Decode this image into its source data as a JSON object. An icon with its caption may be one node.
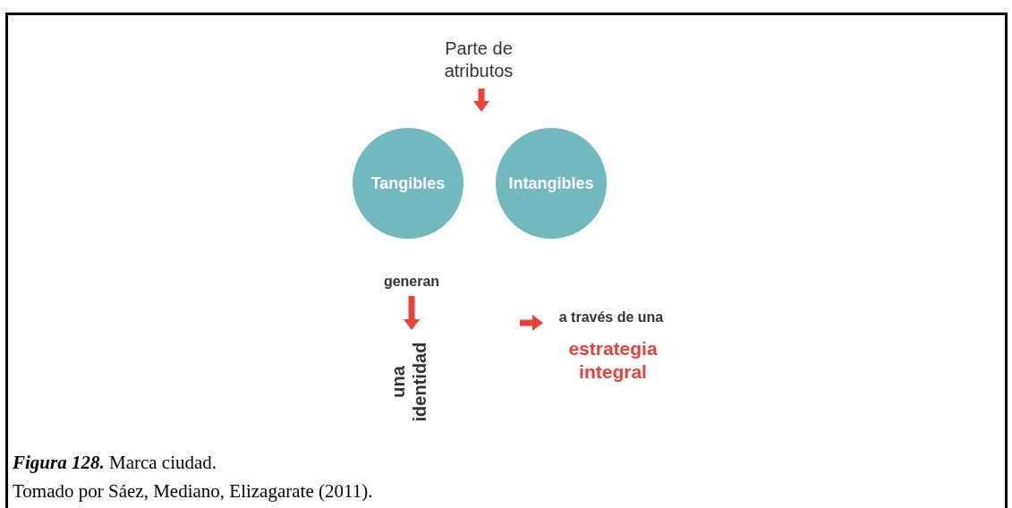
{
  "diagram": {
    "caption": "**Figura 128.** Marca ciudad.",
    "nodes": [
      {
        "text": [
          "Parte de atributos"
        ]
      },
      {
        "text": [
          "Tangibles"
        ]
      },
      {
        "text": [
          "Intangibles"
        ]
      },
      {
        "text": [
          "generan"
        ]
      },
      {
        "text": [
          "una identidad"
        ]
      },
      {
        "text": [
          "a través de una"
        ]
      },
      {
        "text": [
          "estrategia integral"
        ]
      }
    ],
    "edges": [
      {
        "from": 0,
        "to": null,
        "arrow": "to"
      },
      {
        "from": 3,
        "to": 4,
        "arrow": "to"
      },
      {
        "from": null,
        "to": 5,
        "arrow": "to"
      }
    ],
    "labels": [
      "Tomado por Sáez, Mediano, Elizagarate (2011)."
    ]
  }
}
